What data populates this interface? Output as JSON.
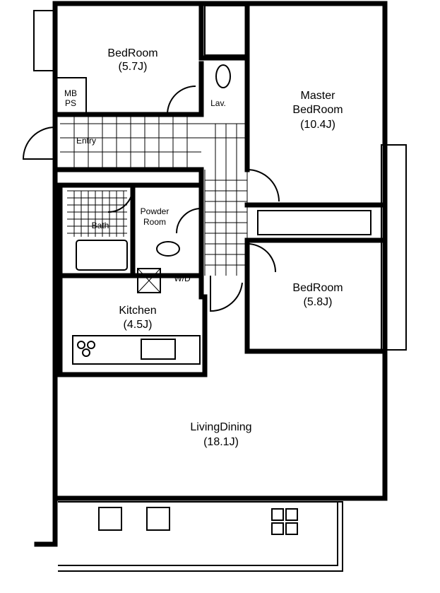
{
  "plan": {
    "rooms": {
      "bedroom1": {
        "name": "BedRoom",
        "size": "(5.7J)"
      },
      "mbps": {
        "line1": "MB",
        "line2": "PS"
      },
      "lav": {
        "name": "Lav."
      },
      "master": {
        "line1": "Master",
        "line2": "BedRoom",
        "size": "(10.4J)"
      },
      "entry": {
        "name": "Entry"
      },
      "bath": {
        "name": "Bath"
      },
      "powder": {
        "line1": "Powder",
        "line2": "Room"
      },
      "wd": {
        "name": "W/D"
      },
      "bedroom2": {
        "name": "BedRoom",
        "size": "(5.8J)"
      },
      "kitchen": {
        "name": "Kitchen",
        "size": "(4.5J)"
      },
      "living": {
        "name": "LivingDining",
        "size": "(18.1J)"
      }
    }
  }
}
